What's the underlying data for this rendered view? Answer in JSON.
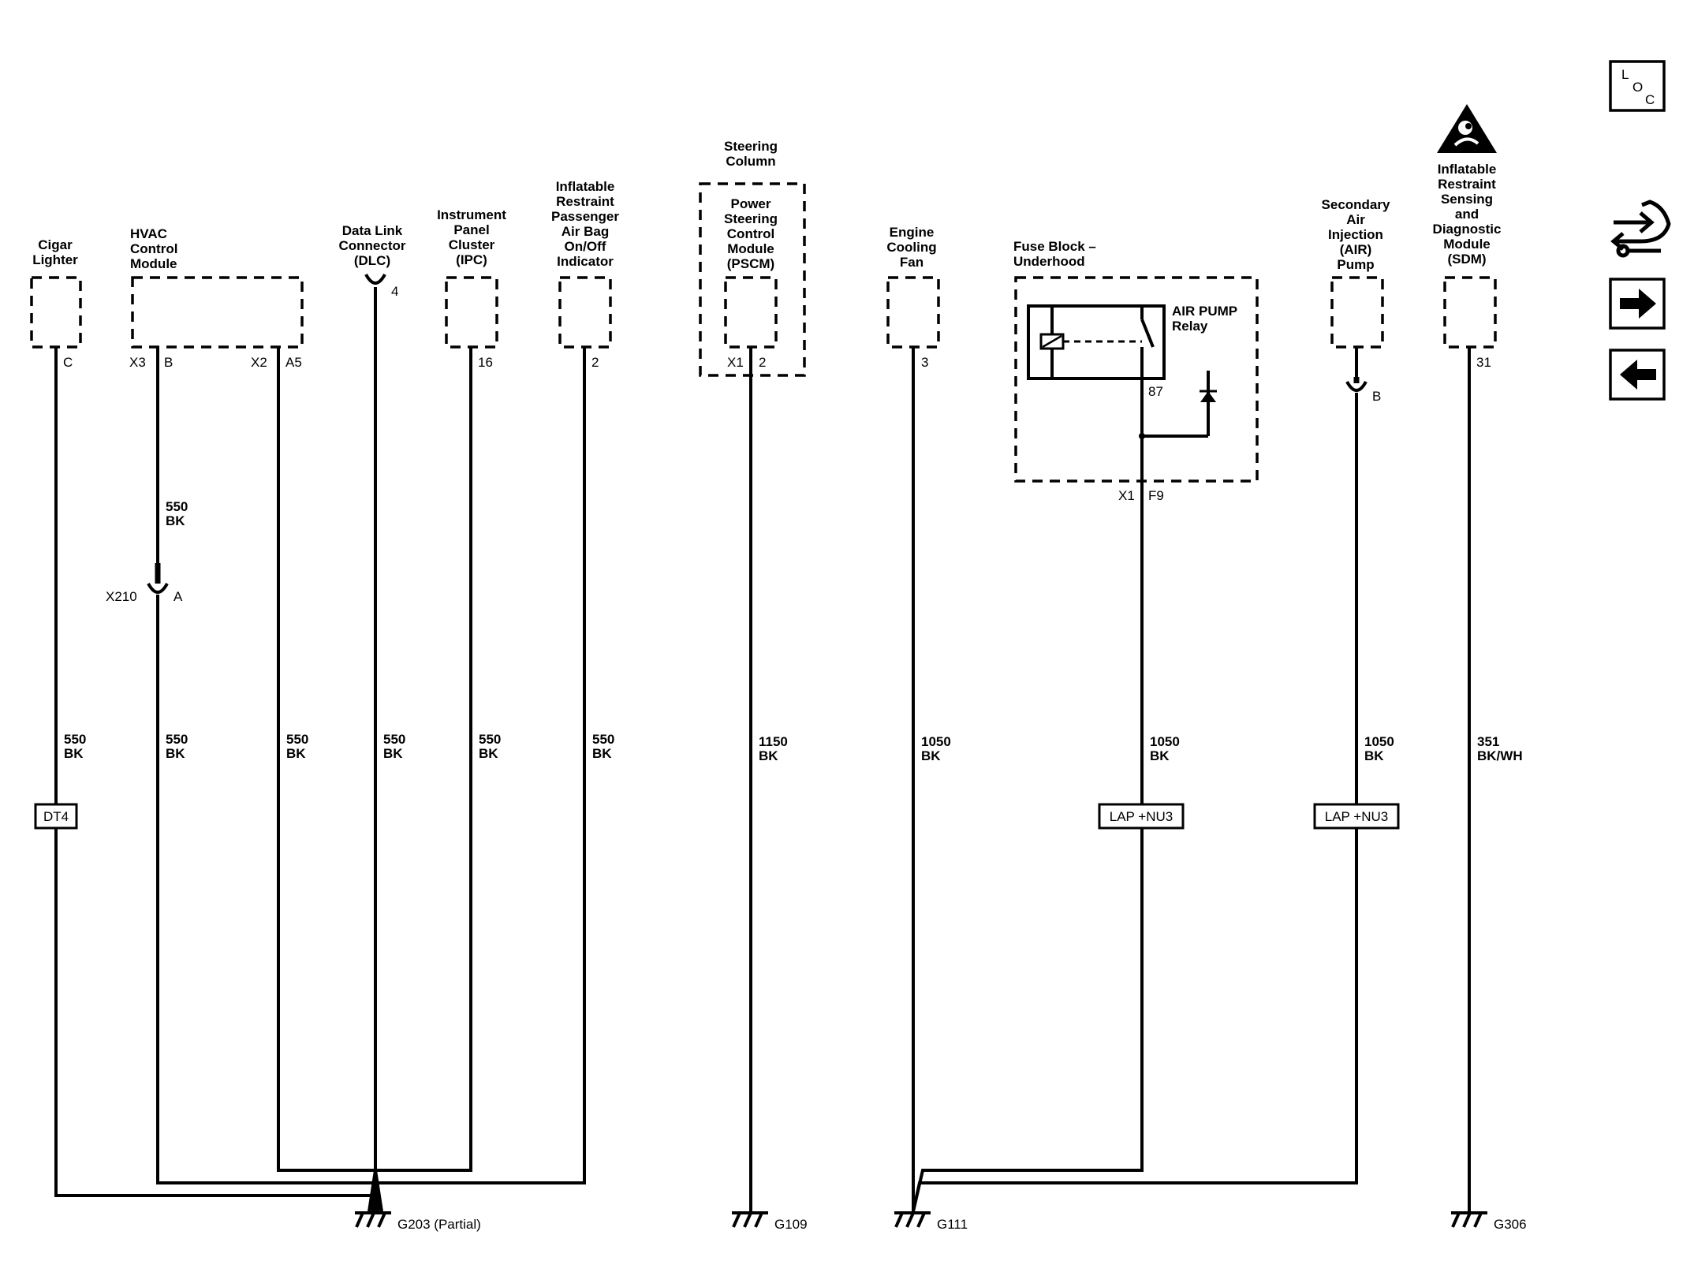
{
  "components": {
    "cigar_lighter": [
      "Cigar",
      "Lighter"
    ],
    "hvac": [
      "HVAC",
      "Control",
      "Module"
    ],
    "dlc": [
      "Data Link",
      "Connector",
      "(DLC)"
    ],
    "ipc": [
      "Instrument",
      "Panel",
      "Cluster",
      "(IPC)"
    ],
    "airbag_ind": [
      "Inflatable",
      "Restraint",
      "Passenger",
      "Air Bag",
      "On/Off",
      "Indicator"
    ],
    "steering_column": [
      "Steering",
      "Column"
    ],
    "pscm": [
      "Power",
      "Steering",
      "Control",
      "Module",
      "(PSCM)"
    ],
    "cooling_fan": [
      "Engine",
      "Cooling",
      "Fan"
    ],
    "fuse_block": [
      "Fuse Block –",
      "Underhood"
    ],
    "air_relay": [
      "AIR PUMP",
      "Relay"
    ],
    "air_pump": [
      "Secondary",
      "Air",
      "Injection",
      "(AIR)",
      "Pump"
    ],
    "sdm": [
      "Inflatable",
      "Restraint",
      "Sensing",
      "and",
      "Diagnostic",
      "Module",
      "(SDM)"
    ]
  },
  "pins": {
    "cigar_c": "C",
    "hvac_x3": "X3",
    "hvac_b": "B",
    "hvac_x2": "X2",
    "hvac_a5": "A5",
    "dlc_4": "4",
    "ipc_16": "16",
    "airbag_2": "2",
    "pscm_x1": "X1",
    "pscm_2": "2",
    "fan_3": "3",
    "relay_87": "87",
    "fuse_x1": "X1",
    "fuse_f9": "F9",
    "air_b": "B",
    "sdm_31": "31",
    "x210": "X210",
    "x210_a": "A"
  },
  "wires": {
    "w550": [
      "550",
      "BK"
    ],
    "w1150": [
      "1150",
      "BK"
    ],
    "w1050": [
      "1050",
      "BK"
    ],
    "w351": [
      "351",
      "BK/WH"
    ]
  },
  "options": {
    "dt4": "DT4",
    "lap1": "LAP +NU3",
    "lap2": "LAP +NU3"
  },
  "grounds": {
    "g203": "G203 (Partial)",
    "g109": "G109",
    "g111": "G111",
    "g306": "G306"
  },
  "nav": {
    "loc_l": "L",
    "loc_o": "O",
    "loc_c": "C"
  }
}
